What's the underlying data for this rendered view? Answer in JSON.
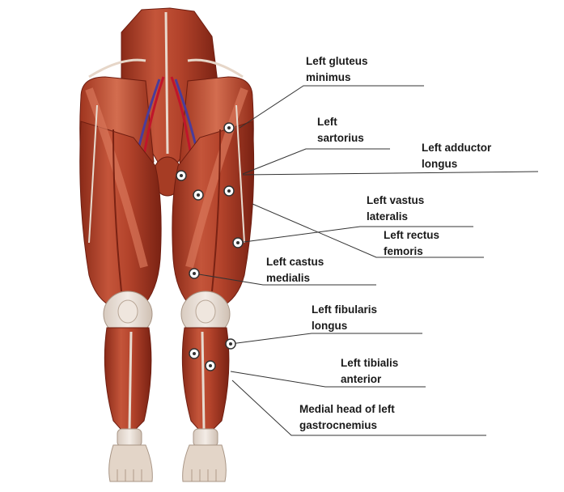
{
  "labels": [
    {
      "id": "gluteus-minimus",
      "line1": "Left gluteus",
      "line2": "minimus"
    },
    {
      "id": "sartorius",
      "line1": "Left",
      "line2": "sartorius"
    },
    {
      "id": "adductor-longus",
      "line1": "Left adductor",
      "line2": "longus"
    },
    {
      "id": "vastus-lateralis",
      "line1": "Left vastus",
      "line2": "lateralis"
    },
    {
      "id": "rectus-femoris",
      "line1": "Left rectus",
      "line2": "femoris"
    },
    {
      "id": "castus-medialis",
      "line1": "Left castus",
      "line2": "medialis"
    },
    {
      "id": "fibularis-longus",
      "line1": "Left fibularis",
      "line2": "longus"
    },
    {
      "id": "tibialis-anterior",
      "line1": "Left tibialis",
      "line2": "anterior"
    },
    {
      "id": "gastrocnemius",
      "line1": "Medial head of left",
      "line2": "gastrocnemius"
    }
  ],
  "colors": {
    "muscle": "#b5452d",
    "muscle_dark": "#7e2415",
    "muscle_light": "#d9765a",
    "tendon": "#e9dfd6",
    "artery": "#c0152a",
    "vein": "#4a3c9a",
    "marker_fill": "#ffffff",
    "marker_stroke": "#333333",
    "leader_line": "#333333"
  }
}
